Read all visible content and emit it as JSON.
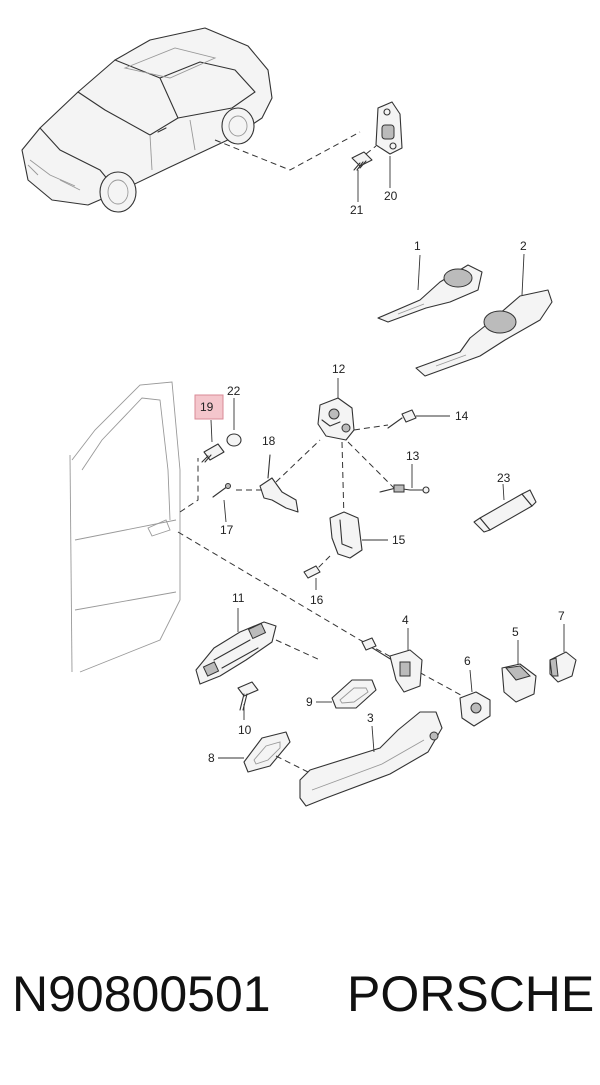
{
  "diagram": {
    "labels": {
      "l1": "1",
      "l2": "2",
      "l3": "3",
      "l4": "4",
      "l5": "5",
      "l6": "6",
      "l7": "7",
      "l8": "8",
      "l9": "9",
      "l10": "10",
      "l11": "11",
      "l12": "12",
      "l13": "13",
      "l14": "14",
      "l15": "15",
      "l16": "16",
      "l17": "17",
      "l18": "18",
      "l19": "19",
      "l20": "20",
      "l21": "21",
      "l22": "22",
      "l23": "23"
    },
    "highlight_color": "#f4c6cc",
    "highlight_border": "#d98a96"
  },
  "caption": {
    "part_number": "N90800501",
    "brand": "PORSCHE"
  }
}
